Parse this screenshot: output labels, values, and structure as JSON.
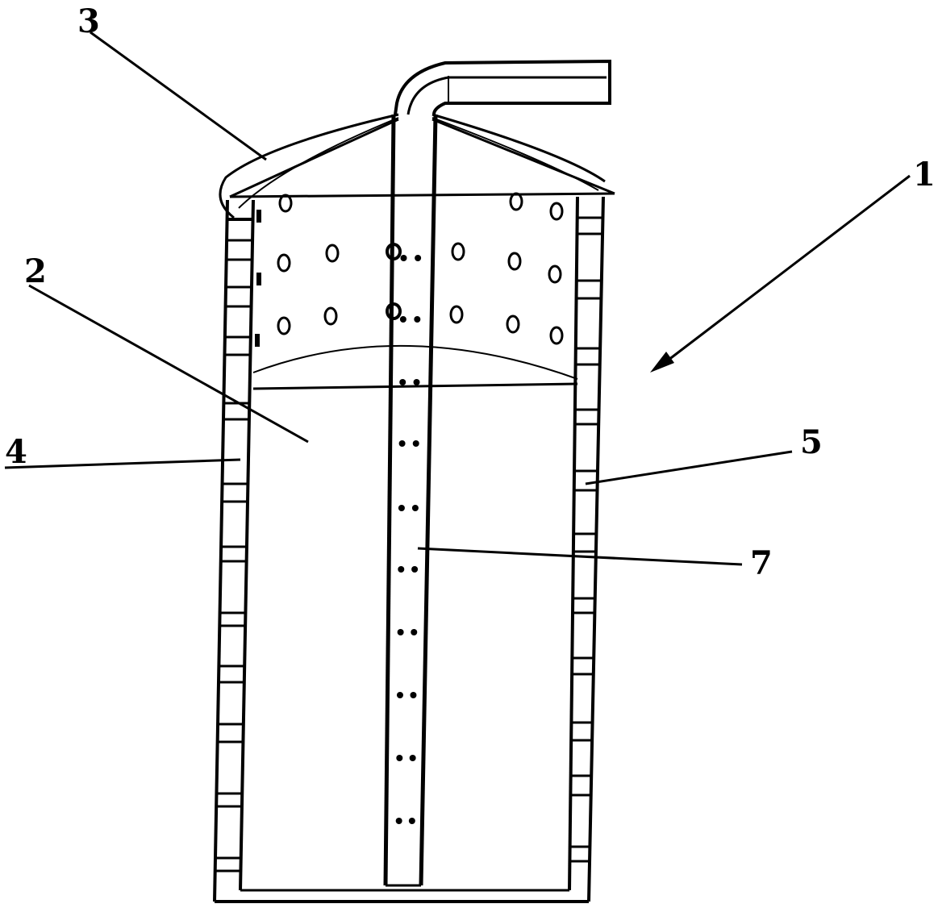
{
  "diagram": {
    "labels": {
      "container": "1",
      "inner_chamber": "2",
      "lid": "3",
      "left_wall": "4",
      "right_wall": "5",
      "central_tube": "7"
    },
    "colors": {
      "ink": "#000000",
      "paper": "#ffffff"
    }
  }
}
